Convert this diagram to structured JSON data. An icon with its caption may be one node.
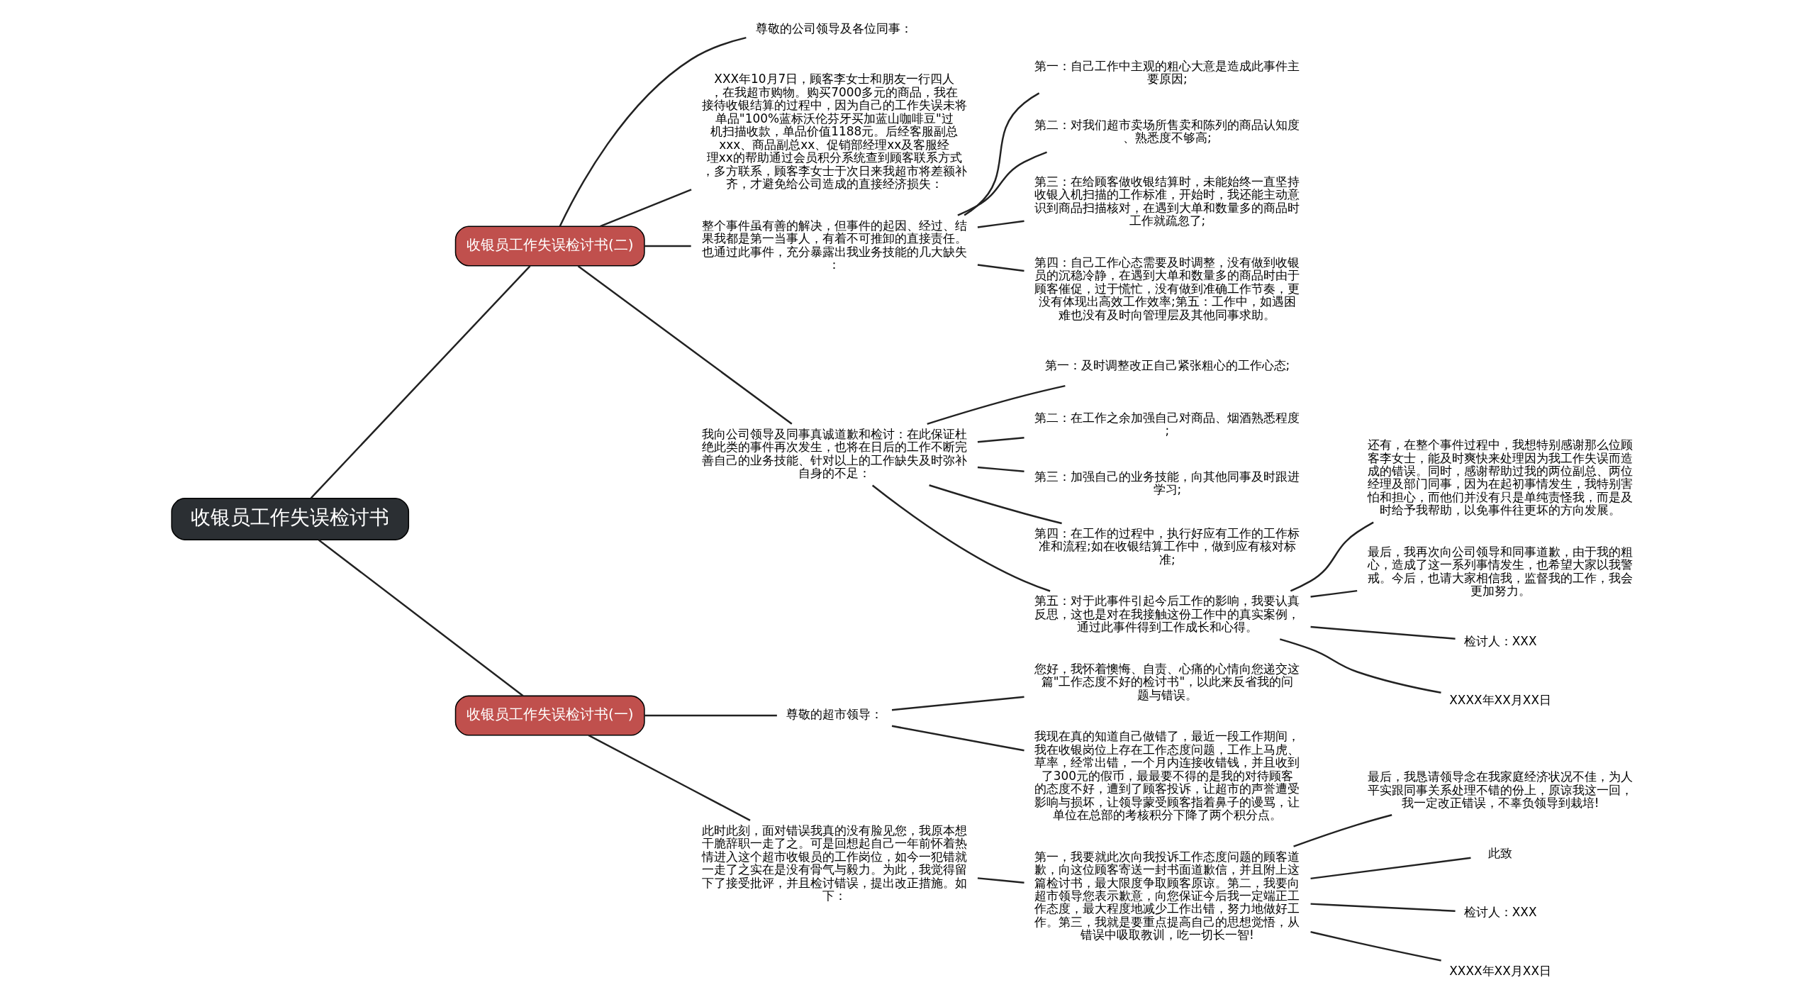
{
  "diagram": {
    "nodes": [
      {
        "text": [
          "收银员工作失误检讨书"
        ]
      },
      {
        "text": [
          "收银员工作失误检讨书(二)"
        ]
      },
      {
        "text": [
          "尊敬的公司领导及各位同事："
        ]
      },
      {
        "text": [
          "XXX年10月7日，顾客李女士和朋友一行四人，在我超市购物。购买7000多元的商品，我在接待收银结算的过程中，因为自己的工作失误未将单品\"100%蓝标沃伦芬牙买加蓝山咖啡豆\"过机扫描收款，单品价值1188元。后经客服副总xxx、商品副总xx、促销部经理xx及客服经理xx的帮助通过会员积分系统查到顾客联系方式，多方联系，顾客李女士于次日来我超市将差额补齐，才避免给公司造成的直接经济损失："
        ]
      },
      {
        "text": [
          "整个事件虽有善的解决，但事件的起因、经过、结果我都是第一当事人，有着不可推卸的直接责任。也通过此事件，充分暴露出我业务技能的几大缺失："
        ]
      },
      {
        "text": [
          "第一：自己工作中主观的粗心大意是造成此事件主要原因;"
        ]
      },
      {
        "text": [
          "第二：对我们超市卖场所售卖和陈列的商品认知度、熟悉度不够高;"
        ]
      },
      {
        "text": [
          "第三：在给顾客做收银结算时，未能始终一直坚持收银入机扫描的工作标准，开始时，我还能主动意识到商品扫描核对，在遇到大单和数量多的商品时工作就疏忽了;"
        ]
      },
      {
        "text": [
          "第四：自己工作心态需要及时调整，没有做到收银员的沉稳冷静，在遇到大单和数量多的商品时由于顾客催促，过于慌忙，没有做到准确工作节奏，更没有体现出高效工作效率;第五：工作中，如遇困难也没有及时向管理层及其他同事求助。"
        ]
      },
      {
        "text": [
          "我向公司领导及同事真诚道歉和检讨：在此保证杜绝此类的事件再次发生，也将在日后的工作不断完善自己的业务技能、针对以上的工作缺失及时弥补自身的不足："
        ]
      },
      {
        "text": [
          "第一：及时调整改正自己紧张粗心的工作心态;"
        ]
      },
      {
        "text": [
          "第二：在工作之余加强自己对商品、烟酒熟悉程度;"
        ]
      },
      {
        "text": [
          "第三：加强自己的业务技能，向其他同事及时跟进学习;"
        ]
      },
      {
        "text": [
          "第四：在工作的过程中，执行好应有工作的工作标准和流程;如在收银结算工作中，做到应有核对标准;"
        ]
      },
      {
        "text": [
          "第五：对于此事件引起今后工作的影响，我要认真反思，这也是对在我接触这份工作中的真实案例，通过此事件得到工作成长和心得。"
        ]
      },
      {
        "text": [
          "还有，在整个事件过程中，我想特别感谢那么位顾客李女士，能及时爽快来处理因为我工作失误而造成的错误。同时，感谢帮助过我的两位副总、两位经理及部门同事，因为在起初事情发生，我特别害怕和担心，而他们并没有只是单纯责怪我，而是及时给予我帮助，以免事件往更坏的方向发展。"
        ]
      },
      {
        "text": [
          "最后，我再次向公司领导和同事道歉，由于我的粗心，造成了这一系列事情发生，也希望大家以我警戒。今后，也请大家相信我，监督我的工作，我会更加努力。"
        ]
      },
      {
        "text": [
          "检讨人：XXX"
        ]
      },
      {
        "text": [
          "XXXX年XX月XX日"
        ]
      },
      {
        "text": [
          "收银员工作失误检讨书(一)"
        ]
      },
      {
        "text": [
          "尊敬的超市领导："
        ]
      },
      {
        "text": [
          "您好，我怀着懊悔、自责、心痛的心情向您递交这篇\"工作态度不好的检讨书\"，以此来反省我的问题与错误。"
        ]
      },
      {
        "text": [
          "我现在真的知道自己做错了，最近一段工作期间，我在收银岗位上存在工作态度问题，工作上马虎、草率，经常出错，一个月内连接收错钱，并且收到了300元的假币，最最要不得的是我的对待顾客的态度不好，遭到了顾客投诉，让超市的声誉遭受影响与损坏，让领导蒙受顾客指着鼻子的谩骂，让单位在总部的考核积分下降了两个积分点。"
        ]
      },
      {
        "text": [
          "此时此刻，面对错误我真的没有脸见您，我原本想干脆辞职一走了之。可是回想起自己一年前怀着热情进入这个超市收银员的工作岗位，如今一犯错就一走了之实在是没有骨气与毅力。为此，我觉得留下了接受批评，并且检讨错误，提出改正措施。如下："
        ]
      },
      {
        "text": [
          "第一，我要就此次向我投诉工作态度问题的顾客道歉，向这位顾客寄送一封书面道歉信，并且附上这篇检讨书，最大限度争取顾客原谅。第二，我要向超市领导您表示歉意，向您保证今后我一定端正工作态度，最大程度地减少工作出错，努力地做好工作。第三，我就是要重点提高自己的思想觉悟，从错误中吸取教训，吃一切长一智!"
        ]
      },
      {
        "text": [
          "最后，我恳请领导念在我家庭经济状况不佳，为人平实跟同事关系处理不错的份上，原谅我这一回，我一定改正错误，不辜负领导到栽培!"
        ]
      },
      {
        "text": [
          "此致"
        ]
      },
      {
        "text": [
          "检讨人：XXX"
        ]
      },
      {
        "text": [
          "XXXX年XX月XX日"
        ]
      }
    ],
    "edges": [
      {
        "from": 0,
        "to": 1,
        "arrow": "none"
      },
      {
        "from": 1,
        "to": 2,
        "arrow": "none"
      },
      {
        "from": 1,
        "to": 3,
        "arrow": "none"
      },
      {
        "from": 1,
        "to": 4,
        "arrow": "none"
      },
      {
        "from": 4,
        "to": 5,
        "arrow": "none"
      },
      {
        "from": 4,
        "to": 6,
        "arrow": "none"
      },
      {
        "from": 4,
        "to": 7,
        "arrow": "none"
      },
      {
        "from": 4,
        "to": 8,
        "arrow": "none"
      },
      {
        "from": 1,
        "to": 9,
        "arrow": "none"
      },
      {
        "from": 9,
        "to": 10,
        "arrow": "none"
      },
      {
        "from": 9,
        "to": 11,
        "arrow": "none"
      },
      {
        "from": 9,
        "to": 12,
        "arrow": "none"
      },
      {
        "from": 9,
        "to": 13,
        "arrow": "none"
      },
      {
        "from": 9,
        "to": 14,
        "arrow": "none"
      },
      {
        "from": 14,
        "to": 15,
        "arrow": "none"
      },
      {
        "from": 14,
        "to": 16,
        "arrow": "none"
      },
      {
        "from": 14,
        "to": 17,
        "arrow": "none"
      },
      {
        "from": 14,
        "to": 18,
        "arrow": "none"
      },
      {
        "from": 0,
        "to": 19,
        "arrow": "none"
      },
      {
        "from": 19,
        "to": 20,
        "arrow": "none"
      },
      {
        "from": 20,
        "to": 21,
        "arrow": "none"
      },
      {
        "from": 20,
        "to": 22,
        "arrow": "none"
      },
      {
        "from": 19,
        "to": 23,
        "arrow": "none"
      },
      {
        "from": 23,
        "to": 24,
        "arrow": "none"
      },
      {
        "from": 24,
        "to": 25,
        "arrow": "none"
      },
      {
        "from": 24,
        "to": 26,
        "arrow": "none"
      },
      {
        "from": 24,
        "to": 27,
        "arrow": "none"
      },
      {
        "from": 24,
        "to": 28,
        "arrow": "none"
      }
    ]
  }
}
